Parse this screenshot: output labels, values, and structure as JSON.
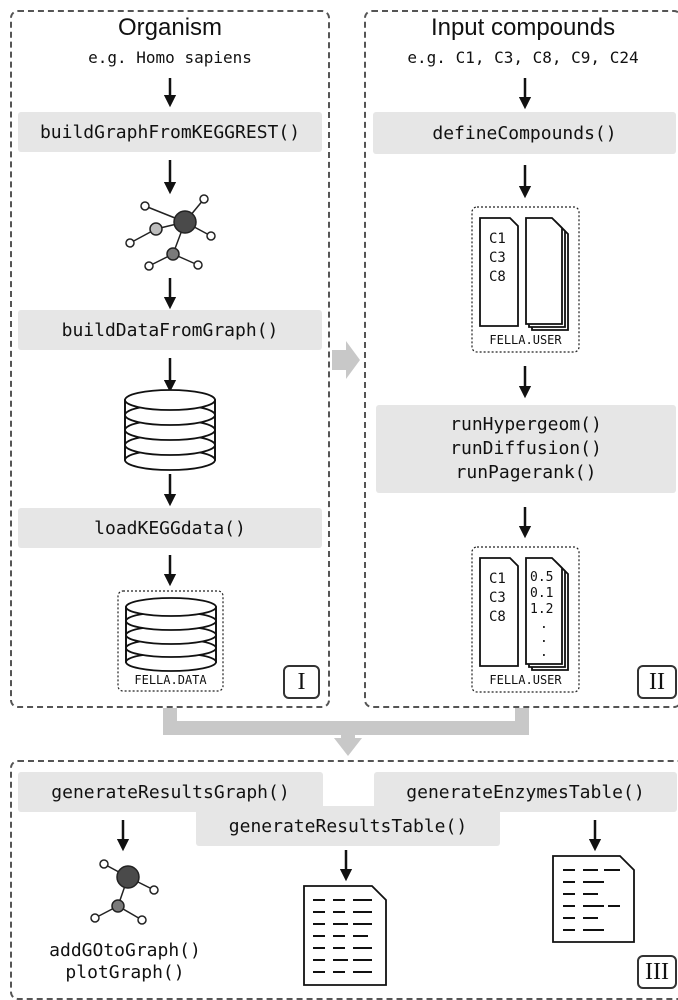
{
  "panel1": {
    "title": "Organism",
    "subtitle": "e.g. Homo sapiens",
    "fn_build_graph": "buildGraphFromKEGGREST()",
    "fn_build_data": "buildDataFromGraph()",
    "fn_load": "loadKEGGdata()",
    "db_label": "FELLA.DATA",
    "roman": "I"
  },
  "panel2": {
    "title": "Input compounds",
    "subtitle": "e.g. C1, C3, C8, C9, C24",
    "fn_define": "defineCompounds()",
    "fn_run": [
      "runHypergeom()",
      "runDiffusion()",
      "runPagerank()"
    ],
    "doc1": {
      "compounds": [
        "C1",
        "C3",
        "C8"
      ],
      "label": "FELLA.USER"
    },
    "doc2": {
      "compounds": [
        "C1",
        "C3",
        "C8"
      ],
      "scores": [
        "0.5",
        "0.1",
        "1.2",
        ".",
        ".",
        "."
      ],
      "label": "FELLA.USER"
    },
    "roman": "II"
  },
  "panel3": {
    "fn_results_graph": "generateResultsGraph()",
    "fn_enzymes_table": "generateEnzymesTable()",
    "fn_results_table": "generateResultsTable()",
    "fn_plot": [
      "addGOtoGraph()",
      "plotGraph()"
    ],
    "roman": "III"
  },
  "colors": {
    "box_fill": "#e6e6e6",
    "arrow_gray": "#c8c8c8",
    "dashed_border": "#555555"
  }
}
